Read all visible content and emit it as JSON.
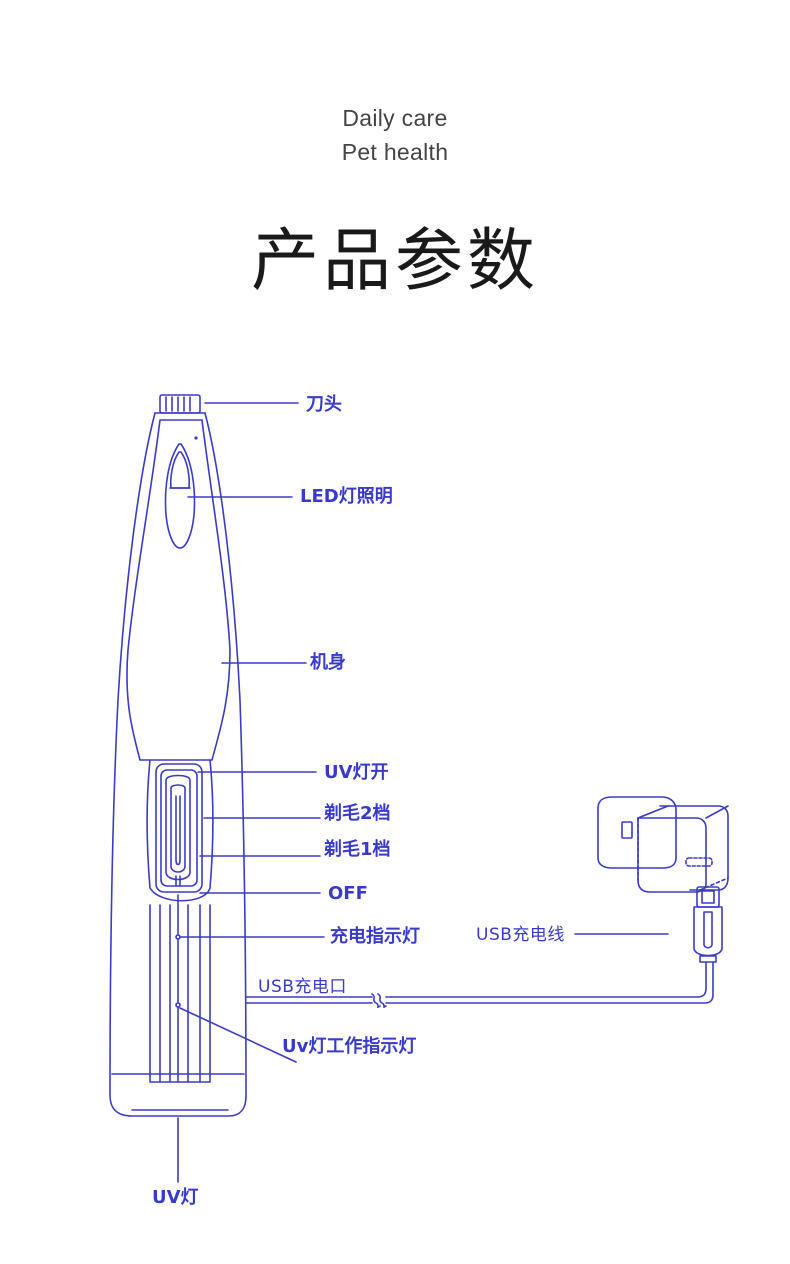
{
  "header": {
    "tagline_line1": "Daily care",
    "tagline_line2": "Pet health",
    "title": "产品参数"
  },
  "colors": {
    "line": "#3b3bc4",
    "label": "#3a3ac8",
    "title": "#1a1a1a",
    "tagline": "#444444",
    "adapter": "#3b3bc4"
  },
  "labels": {
    "blade_head": "刀头",
    "led_light": "LED灯照明",
    "body": "机身",
    "uv_on": "UV灯开",
    "trim_level_2": "剃毛2档",
    "trim_level_1": "剃毛1档",
    "off": "OFF",
    "charge_indicator": "充电指示灯",
    "usb_cable": "USB充电线",
    "usb_port": "USB充电口",
    "uv_work_indicator": "Uv灯工作指示灯",
    "uv_light": "UV灯"
  }
}
